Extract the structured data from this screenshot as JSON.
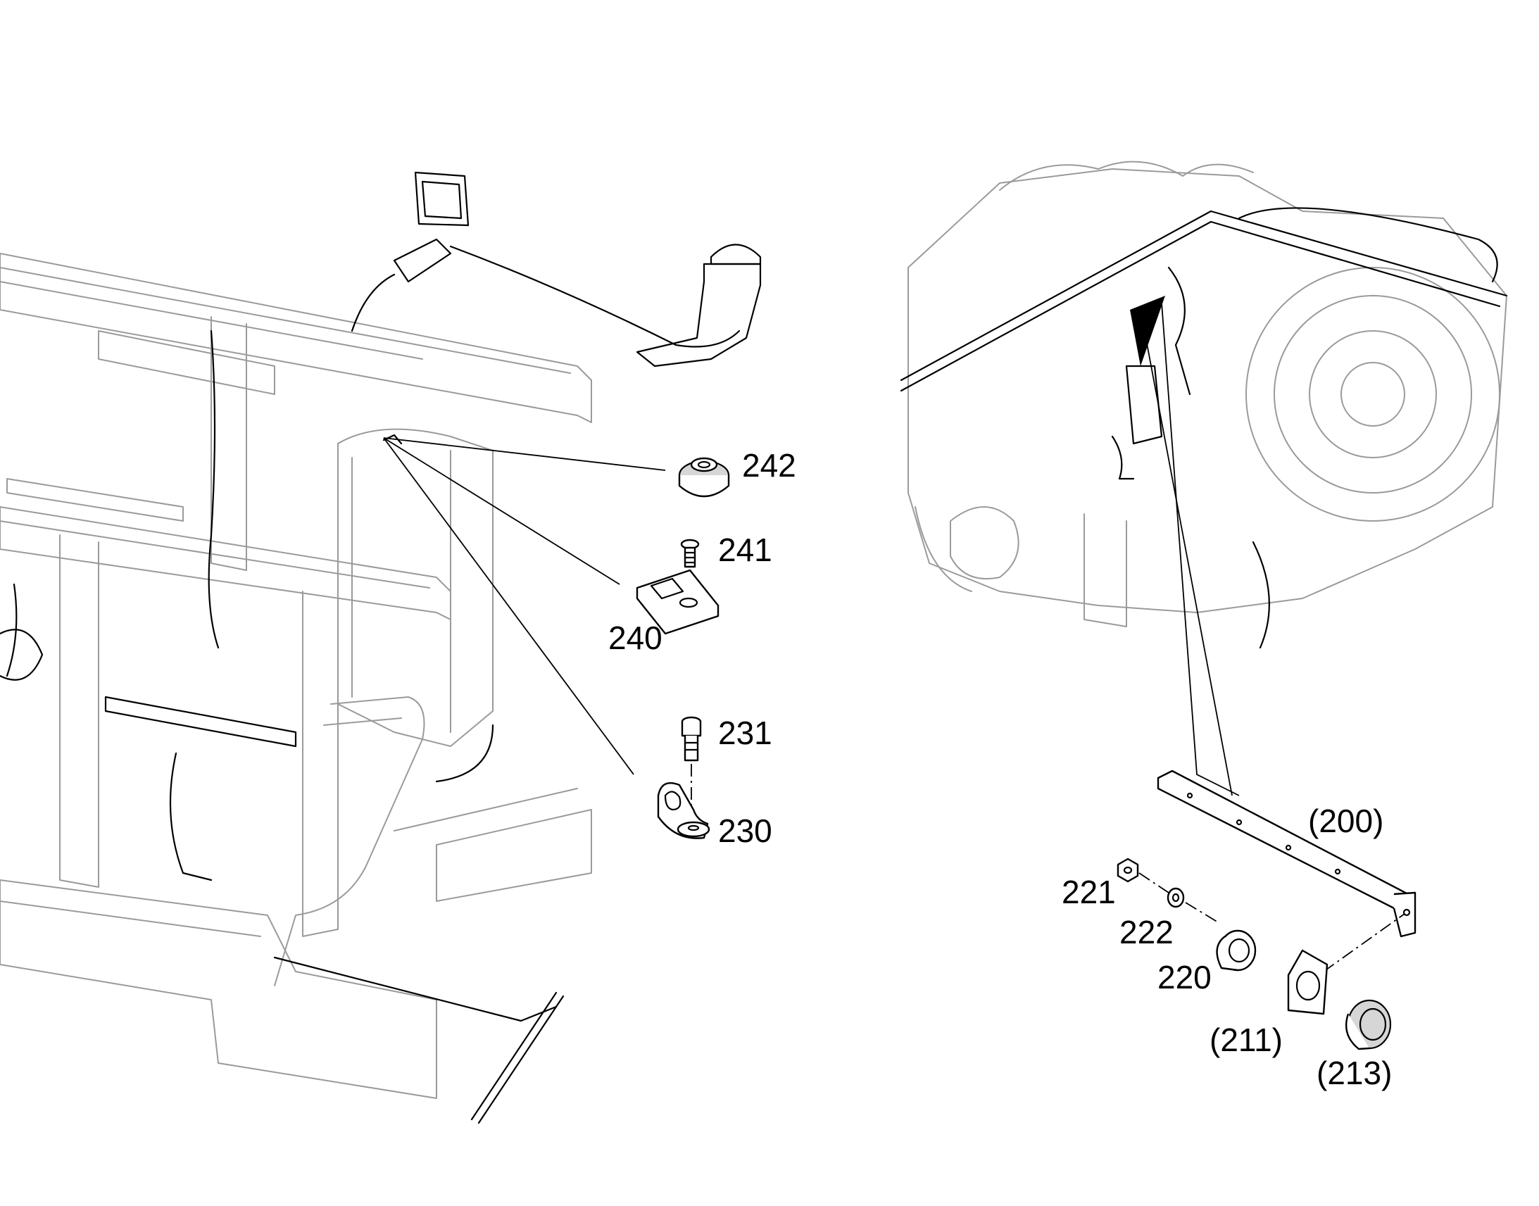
{
  "callouts": {
    "c242": "242",
    "c241": "241",
    "c240": "240",
    "c231": "231",
    "c230": "230",
    "c200": "(200)",
    "c221": "221",
    "c222": "222",
    "c220": "220",
    "c211": "(211)",
    "c213": "(213)"
  },
  "colors": {
    "line": "#000000",
    "ghost": "#9a9a9a",
    "background": "#ffffff"
  }
}
